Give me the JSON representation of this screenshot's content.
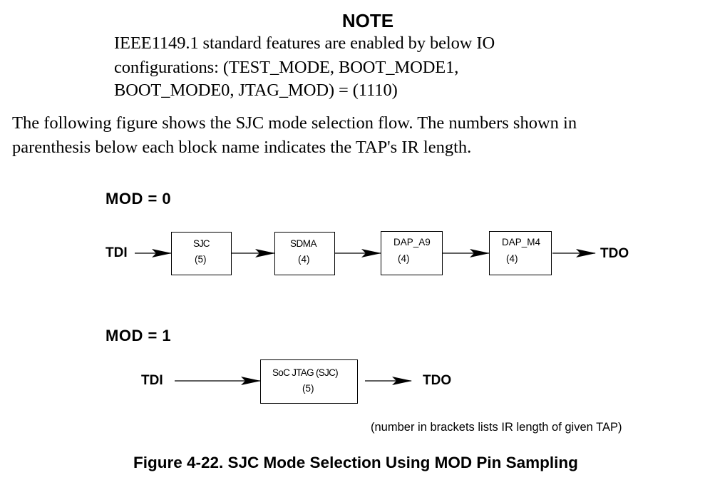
{
  "note": {
    "title": "NOTE",
    "lines": [
      "IEEE1149.1 standard features are enabled by below IO",
      "configurations: (TEST_MODE, BOOT_MODE1,",
      "BOOT_MODE0, JTAG_MOD) = (1110)"
    ]
  },
  "body": {
    "lines": [
      "The following figure shows the SJC mode selection flow. The numbers shown in",
      "parenthesis below each block name indicates the TAP's IR length."
    ]
  },
  "figure": {
    "mod0": {
      "label": "MOD = 0",
      "input": "TDI",
      "output": "TDO",
      "blocks": [
        {
          "name": "SJC",
          "ir": "(5)"
        },
        {
          "name": "SDMA",
          "ir": "(4)"
        },
        {
          "name": "DAP_A9",
          "ir": "(4)"
        },
        {
          "name": "DAP_M4",
          "ir": "(4)"
        }
      ]
    },
    "mod1": {
      "label": "MOD = 1",
      "input": "TDI",
      "output": "TDO",
      "blocks": [
        {
          "name": "SoC JTAG (SJC)",
          "ir": "(5)"
        }
      ]
    },
    "legend": "(number in brackets lists IR length of given TAP)",
    "caption": "Figure 4-22. SJC Mode Selection Using MOD Pin Sampling"
  }
}
